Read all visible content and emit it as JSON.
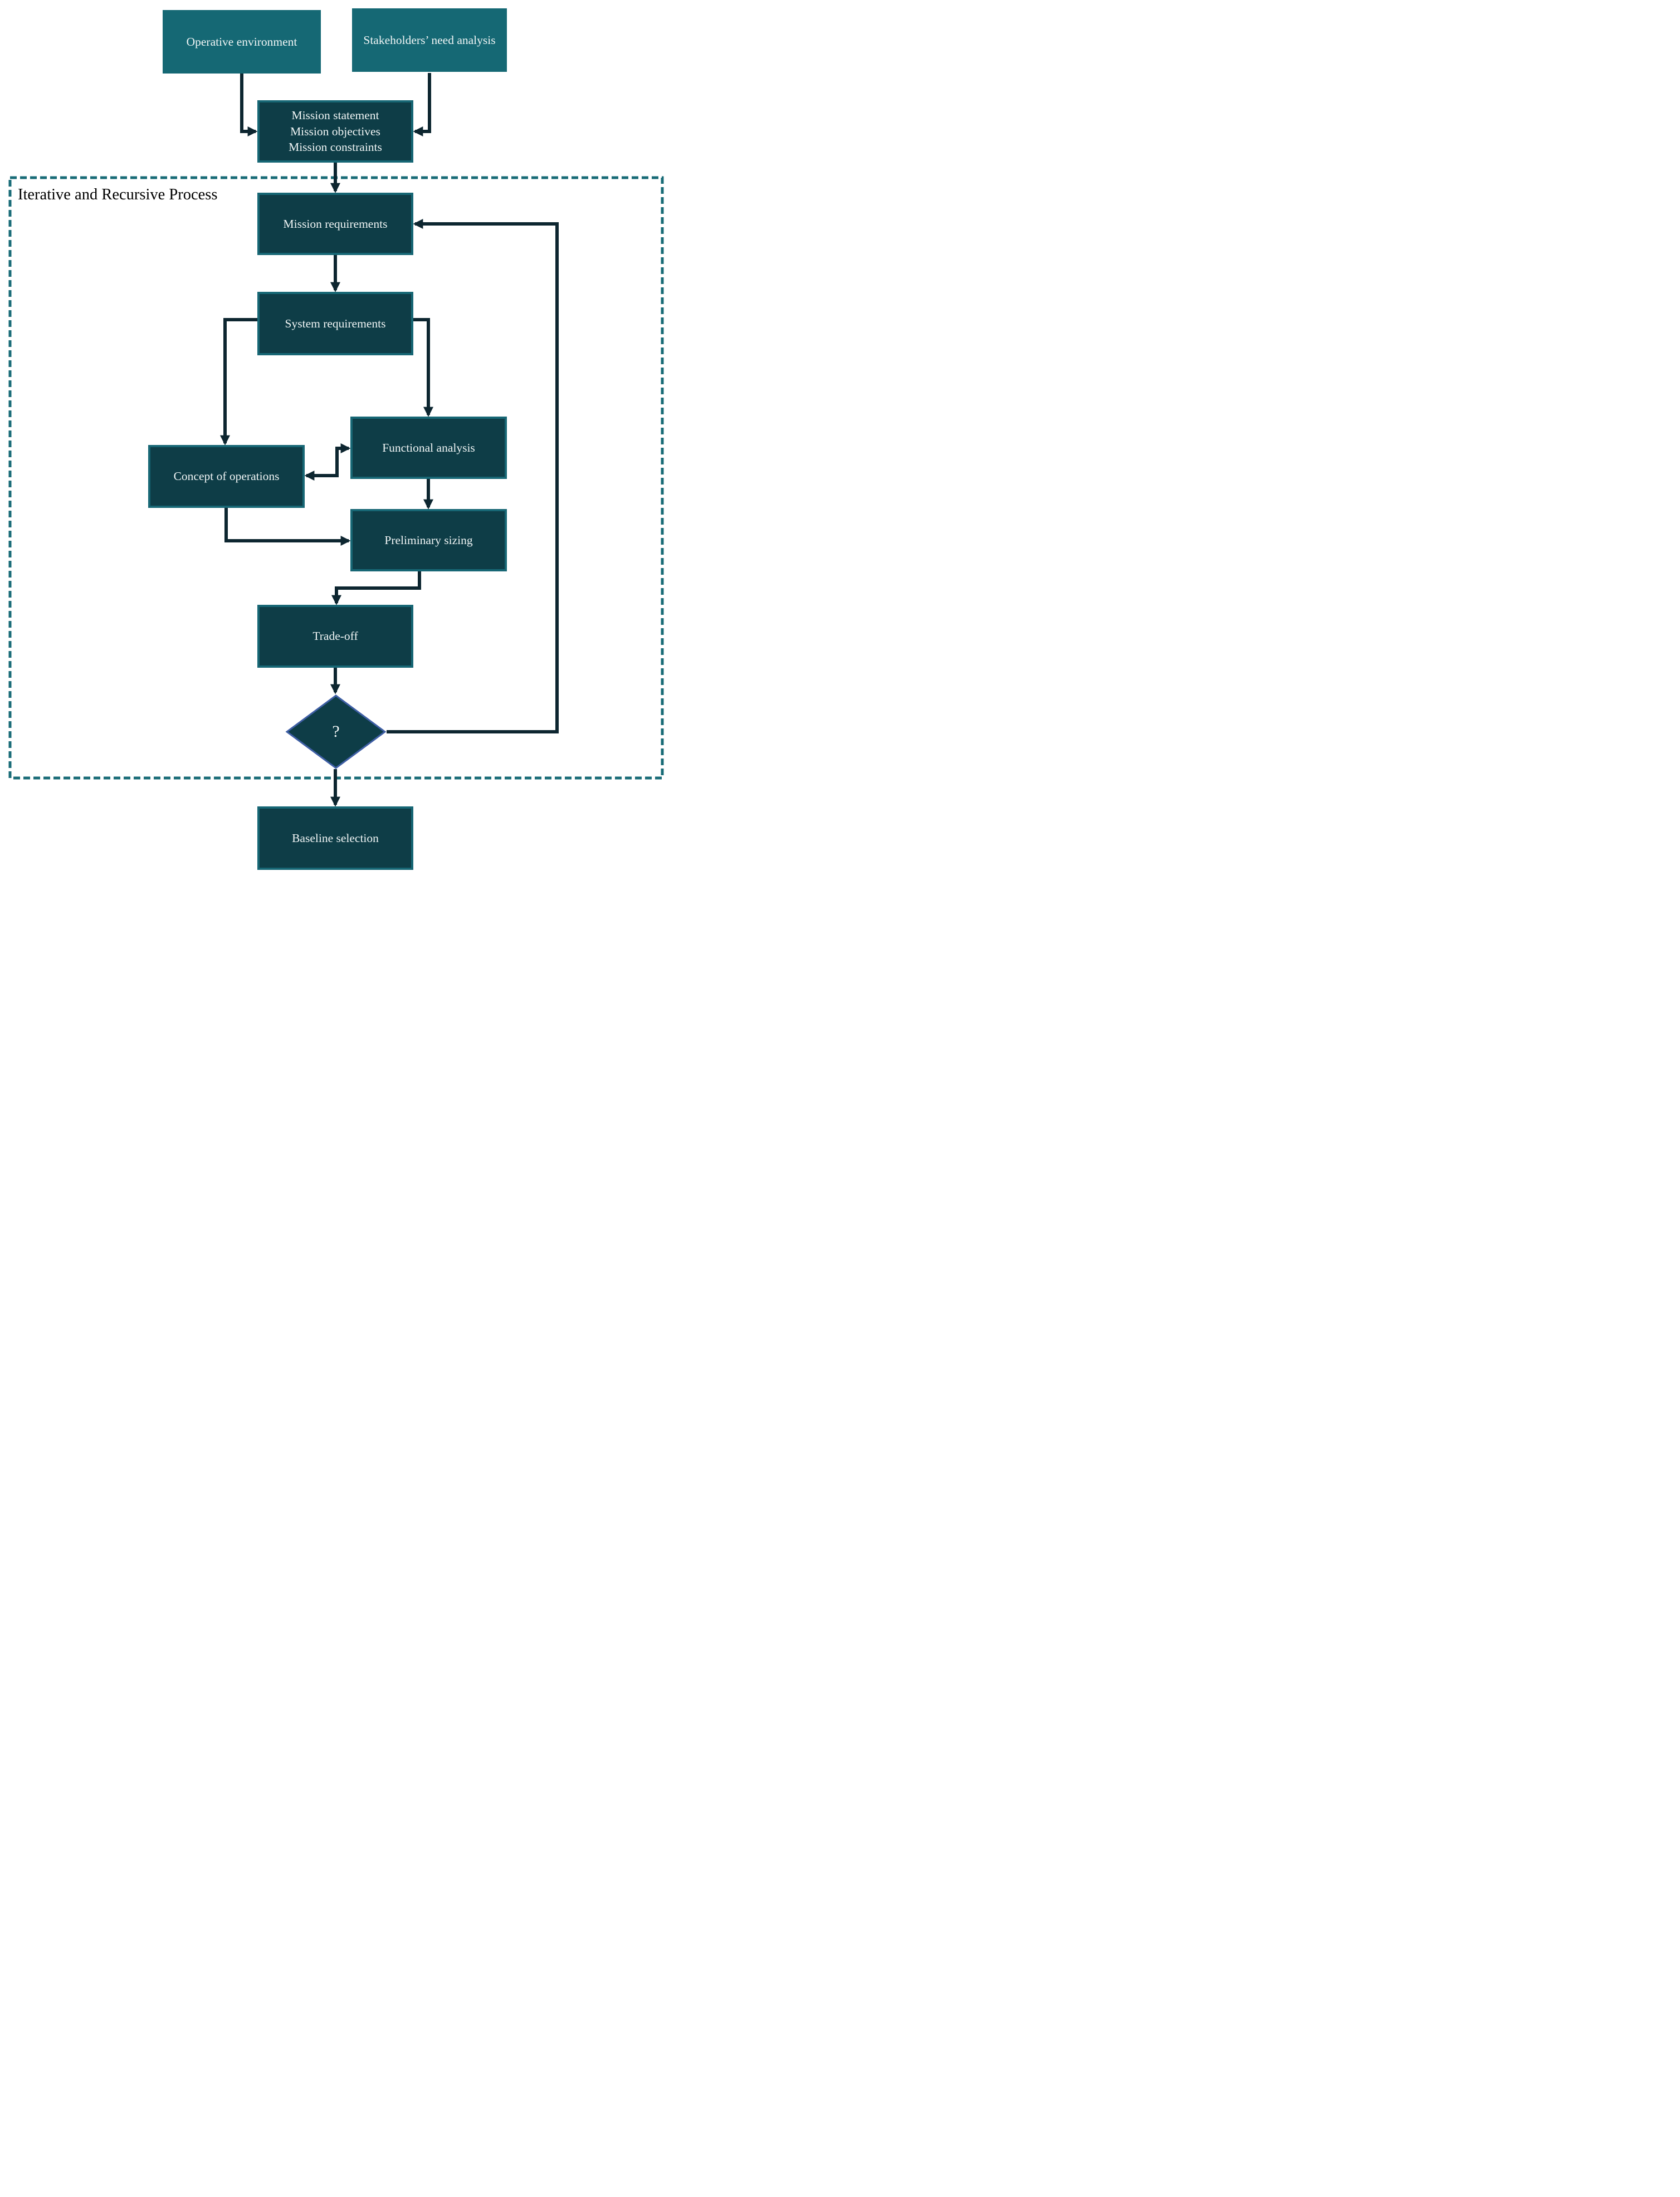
{
  "diagram": {
    "title": "Iterative and Recursive Process",
    "decision": {
      "label": "?"
    },
    "nodes": {
      "operative_environment": {
        "label": "Operative environment"
      },
      "stakeholders_need_analysis": {
        "label": "Stakeholders’ need analysis"
      },
      "mission_definition": {
        "lines": [
          "Mission statement",
          "Mission objectives",
          "Mission constraints"
        ]
      },
      "mission_requirements": {
        "label": "Mission requirements"
      },
      "system_requirements": {
        "label": "System requirements"
      },
      "concept_of_operations": {
        "label": "Concept of operations"
      },
      "functional_analysis": {
        "label": "Functional analysis"
      },
      "preliminary_sizing": {
        "label": "Preliminary sizing"
      },
      "trade_off": {
        "label": "Trade-off"
      },
      "baseline_selection": {
        "label": "Baseline selection"
      }
    },
    "edges": [
      {
        "from": "operative_environment",
        "to": "mission_definition"
      },
      {
        "from": "stakeholders_need_analysis",
        "to": "mission_definition"
      },
      {
        "from": "mission_definition",
        "to": "mission_requirements"
      },
      {
        "from": "mission_requirements",
        "to": "system_requirements"
      },
      {
        "from": "system_requirements",
        "to": "concept_of_operations"
      },
      {
        "from": "system_requirements",
        "to": "functional_analysis"
      },
      {
        "from": "concept_of_operations",
        "to": "functional_analysis",
        "bidirectional": true
      },
      {
        "from": "functional_analysis",
        "to": "preliminary_sizing"
      },
      {
        "from": "concept_of_operations",
        "to": "preliminary_sizing"
      },
      {
        "from": "preliminary_sizing",
        "to": "trade_off"
      },
      {
        "from": "trade_off",
        "to": "decision"
      },
      {
        "from": "decision",
        "to": "mission_requirements",
        "note": "feedback loop"
      },
      {
        "from": "decision",
        "to": "baseline_selection"
      }
    ],
    "colors": {
      "light_box_fill": "#156874",
      "dark_box_fill": "#0e3d47",
      "dark_box_border": "#176775",
      "arrow": "#0d2630",
      "dashed_border": "#186b77",
      "diamond_border": "#3f5fa5",
      "box_text": "#f1f6f6",
      "title_text": "#000000",
      "background": "#ffffff"
    }
  }
}
